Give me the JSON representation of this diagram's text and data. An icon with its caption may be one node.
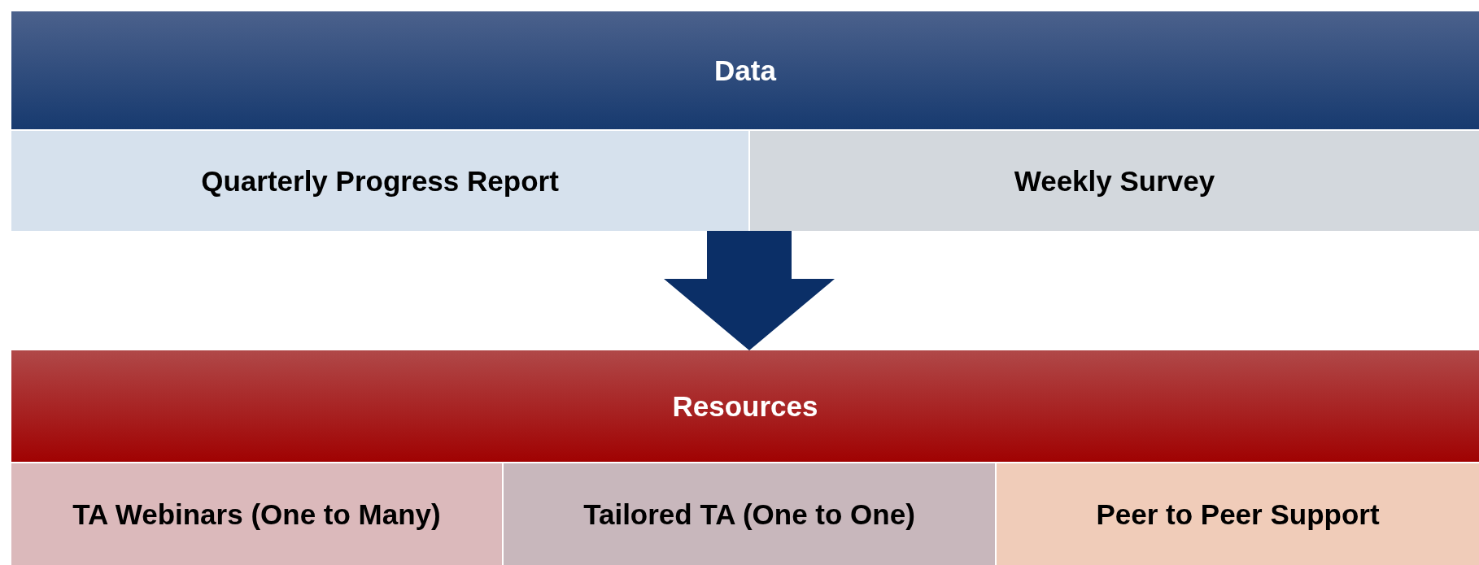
{
  "diagram": {
    "nodes": [
      {
        "text": [
          "Data"
        ]
      },
      {
        "text": [
          "Quarterly Progress Report"
        ]
      },
      {
        "text": [
          "Weekly Survey"
        ]
      },
      {
        "text": [
          "Resources"
        ]
      },
      {
        "text": [
          "TA Webinars (One to Many)"
        ]
      },
      {
        "text": [
          "Tailored TA (One to One)"
        ]
      },
      {
        "text": [
          "Peer to Peer Support"
        ]
      }
    ],
    "edges": [
      {
        "from": 1,
        "to": 3,
        "arrow": "to",
        "style": "thick"
      },
      {
        "from": 2,
        "to": 3,
        "arrow": "to",
        "style": "thick"
      }
    ]
  }
}
